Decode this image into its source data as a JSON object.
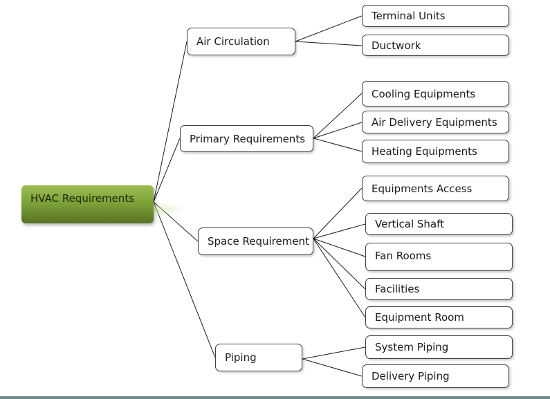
{
  "diagram": {
    "root": {
      "label": "HVAC Requirements",
      "color": "#7a9f37"
    },
    "branches": [
      {
        "label": "Air Circulation",
        "children": [
          "Terminal Units",
          "Ductwork"
        ]
      },
      {
        "label": "Primary Requirements",
        "children": [
          "Cooling Equipments",
          "Air Delivery Equipments",
          "Heating Equipments"
        ]
      },
      {
        "label": "Space Requirement",
        "children": [
          "Equipments Access",
          "Vertical Shaft",
          "Fan Rooms",
          "Facilities",
          "Equipment Room"
        ]
      },
      {
        "label": "Piping",
        "children": [
          "System Piping",
          "Delivery Piping"
        ]
      }
    ]
  }
}
